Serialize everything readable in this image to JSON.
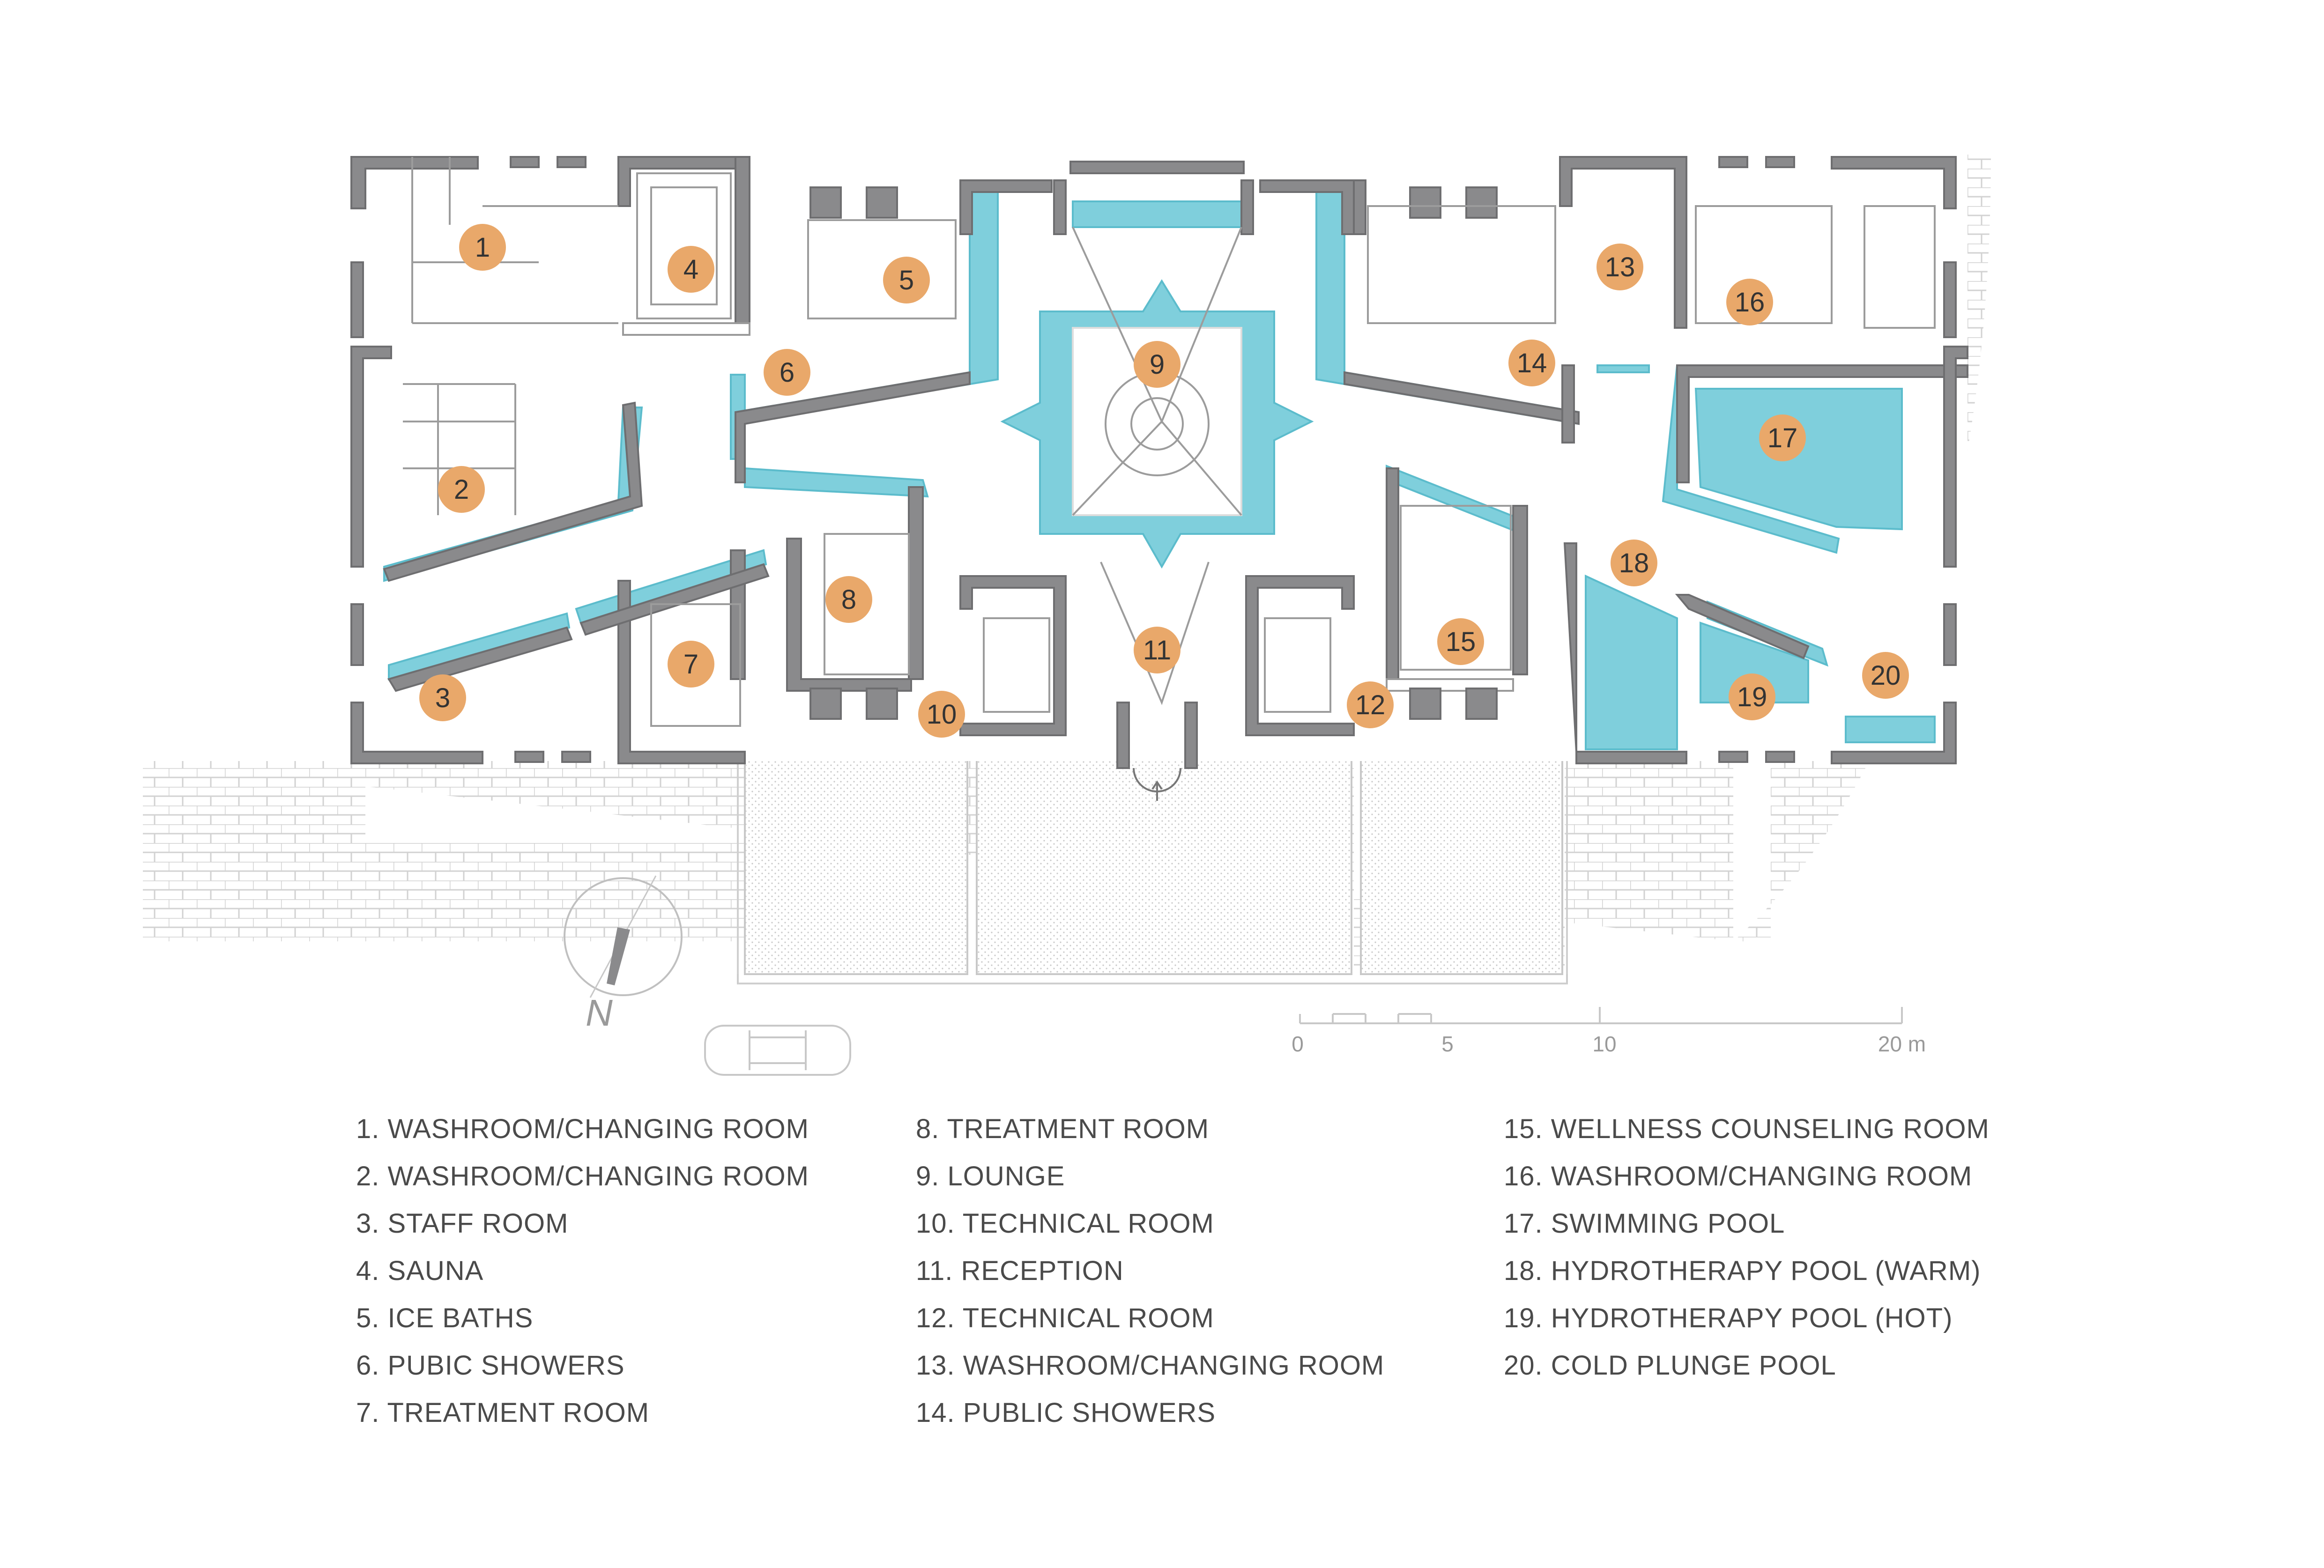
{
  "colors": {
    "wall": "#8a8a8c",
    "wall_stroke": "#6e6e70",
    "water": "#7fcfdc",
    "water_edge": "#5cbccc",
    "marker": "#e9a86a",
    "paving": "#d8d8d8",
    "line": "#c8c8c8",
    "text": "#4a4a4a"
  },
  "compass": {
    "label": "N"
  },
  "scale_bar": {
    "labels": [
      "0",
      "5",
      "10",
      "20 m"
    ]
  },
  "markers": [
    "1",
    "2",
    "3",
    "4",
    "5",
    "6",
    "7",
    "8",
    "9",
    "10",
    "11",
    "12",
    "13",
    "14",
    "15",
    "16",
    "17",
    "18",
    "19",
    "20"
  ],
  "legend": {
    "col1": [
      "1. WASHROOM/CHANGING ROOM",
      "2. WASHROOM/CHANGING ROOM",
      "3. STAFF ROOM",
      "4. SAUNA",
      "5. ICE BATHS",
      "6. PUBIC SHOWERS",
      "7. TREATMENT ROOM"
    ],
    "col2": [
      "8. TREATMENT ROOM",
      "9.  LOUNGE",
      "10. TECHNICAL ROOM",
      "11. RECEPTION",
      "12. TECHNICAL ROOM",
      "13. WASHROOM/CHANGING ROOM",
      "14. PUBLIC SHOWERS"
    ],
    "col3": [
      "15. WELLNESS COUNSELING ROOM",
      "16. WASHROOM/CHANGING ROOM",
      "17. SWIMMING POOL",
      "18. HYDROTHERAPY POOL (WARM)",
      "19. HYDROTHERAPY POOL (HOT)",
      "20. COLD PLUNGE POOL"
    ]
  }
}
